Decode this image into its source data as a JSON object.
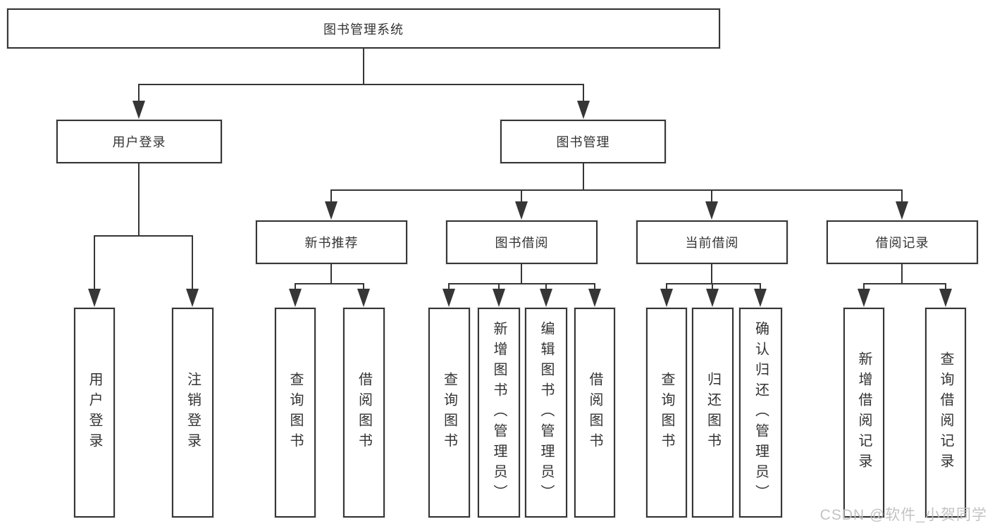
{
  "page": {
    "background": "#ffffff",
    "line_color": "#363636",
    "text_color": "#333333"
  },
  "watermark": {
    "text": "CSDN @软件_小贺同学",
    "color": "#c0c0c0"
  },
  "tree": {
    "root": {
      "label": "图书管理系统"
    },
    "branches": [
      {
        "label": "用户登录",
        "children": [
          "用户登录",
          "注销登录"
        ]
      },
      {
        "label": "图书管理",
        "children": [
          {
            "label": "新书推荐",
            "children": [
              "查询图书",
              "借阅图书"
            ]
          },
          {
            "label": "图书借阅",
            "children": [
              "查询图书",
              "新增图书（管理员）",
              "编辑图书（管理员）",
              "借阅图书"
            ]
          },
          {
            "label": "当前借阅",
            "children": [
              "查询图书",
              "归还图书",
              "确认归还（管理员）"
            ]
          },
          {
            "label": "借阅记录",
            "children": [
              "新增借阅记录",
              "查询借阅记录"
            ]
          }
        ]
      }
    ]
  }
}
